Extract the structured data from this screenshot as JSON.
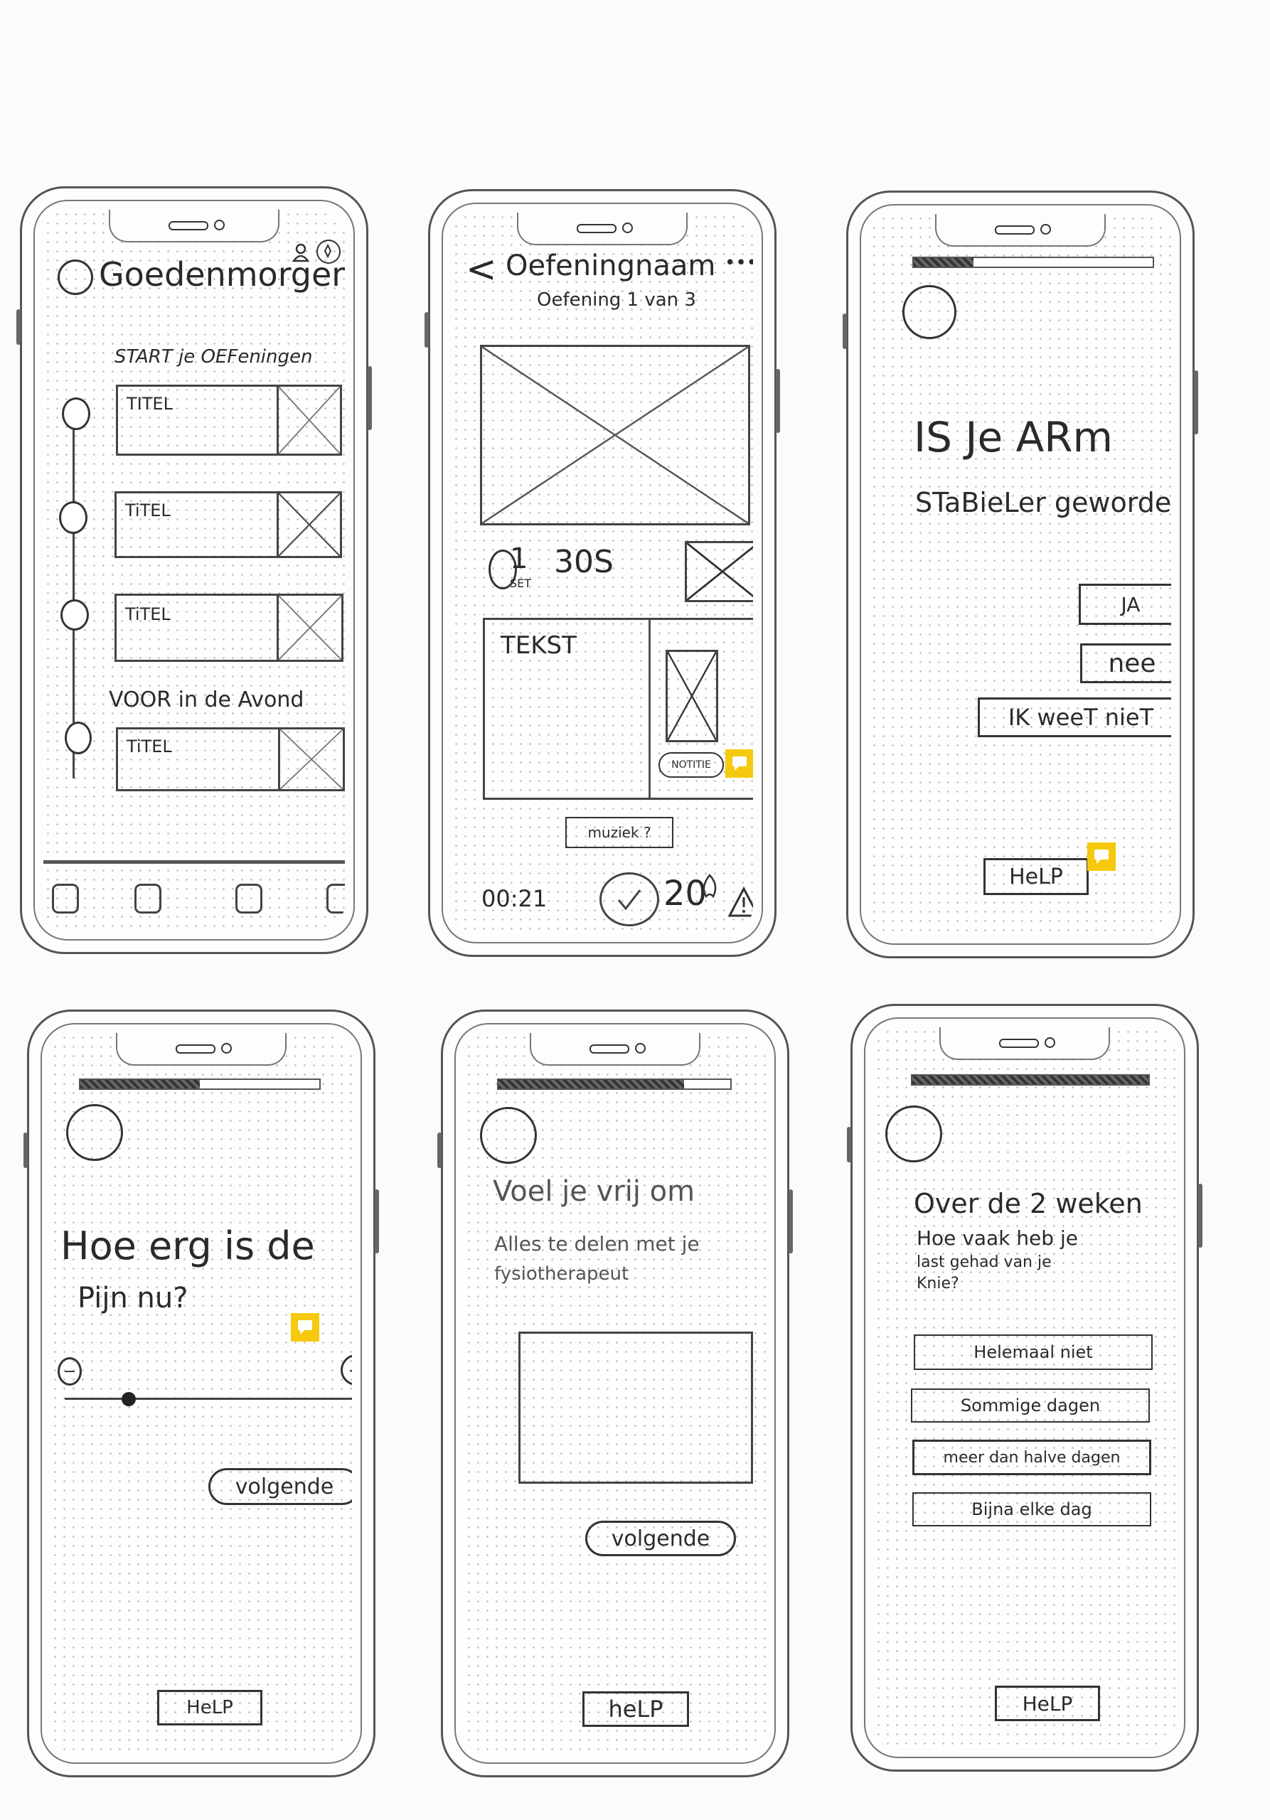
{
  "screen1": {
    "greeting": "Goedenmorgen",
    "section_start": "START je OEFeningen",
    "exercises": [
      {
        "title": "TITEL"
      },
      {
        "title": "TiTEL"
      },
      {
        "title": "TiTEL"
      }
    ],
    "section_evening": "VOOR in de Avond",
    "evening_exercise": {
      "title": "TiTEL"
    }
  },
  "screen2": {
    "back_glyph": "<",
    "exercise_name": "Oefeningnaam",
    "menu_glyph": "•••",
    "counter": "Oefening 1 van 3",
    "sets_value": "1",
    "sets_label": "SET",
    "duration": "30S",
    "text_label": "TEKST",
    "note_button": "NOTITIE",
    "music_button": "muziek ?",
    "timer": "00:21",
    "points": "20"
  },
  "screen3": {
    "question_line1": "IS Je ARm",
    "question_line2": "STaBieLer geworden?",
    "answers": [
      "JA",
      "nee",
      "IK weeT nieT"
    ],
    "help_button": "HeLP",
    "progress": 0.25
  },
  "screen4": {
    "question_line1": "Hoe erg is de",
    "question_line2": "Pijn nu?",
    "minus_glyph": "−",
    "plus_glyph": "+",
    "slider_value": 0.22,
    "next_button": "volgende",
    "help_button": "HeLP",
    "progress": 0.5
  },
  "screen5": {
    "prompt_line1": "Voel je vrij om",
    "prompt_line2": "Alles te delen met je",
    "prompt_line3": "fysiotherapeut",
    "next_button": "volgende",
    "help_button": "heLP",
    "progress": 0.8
  },
  "screen6": {
    "title": "Over de 2 weken",
    "question_line1": "Hoe vaak heb je",
    "question_line2": "last gehad van je",
    "question_line3": "Knie?",
    "options": [
      "Helemaal niet",
      "Sommige dagen",
      "meer dan halve dagen",
      "Bijna elke dag"
    ],
    "help_button": "HeLP",
    "progress": 1.0
  }
}
